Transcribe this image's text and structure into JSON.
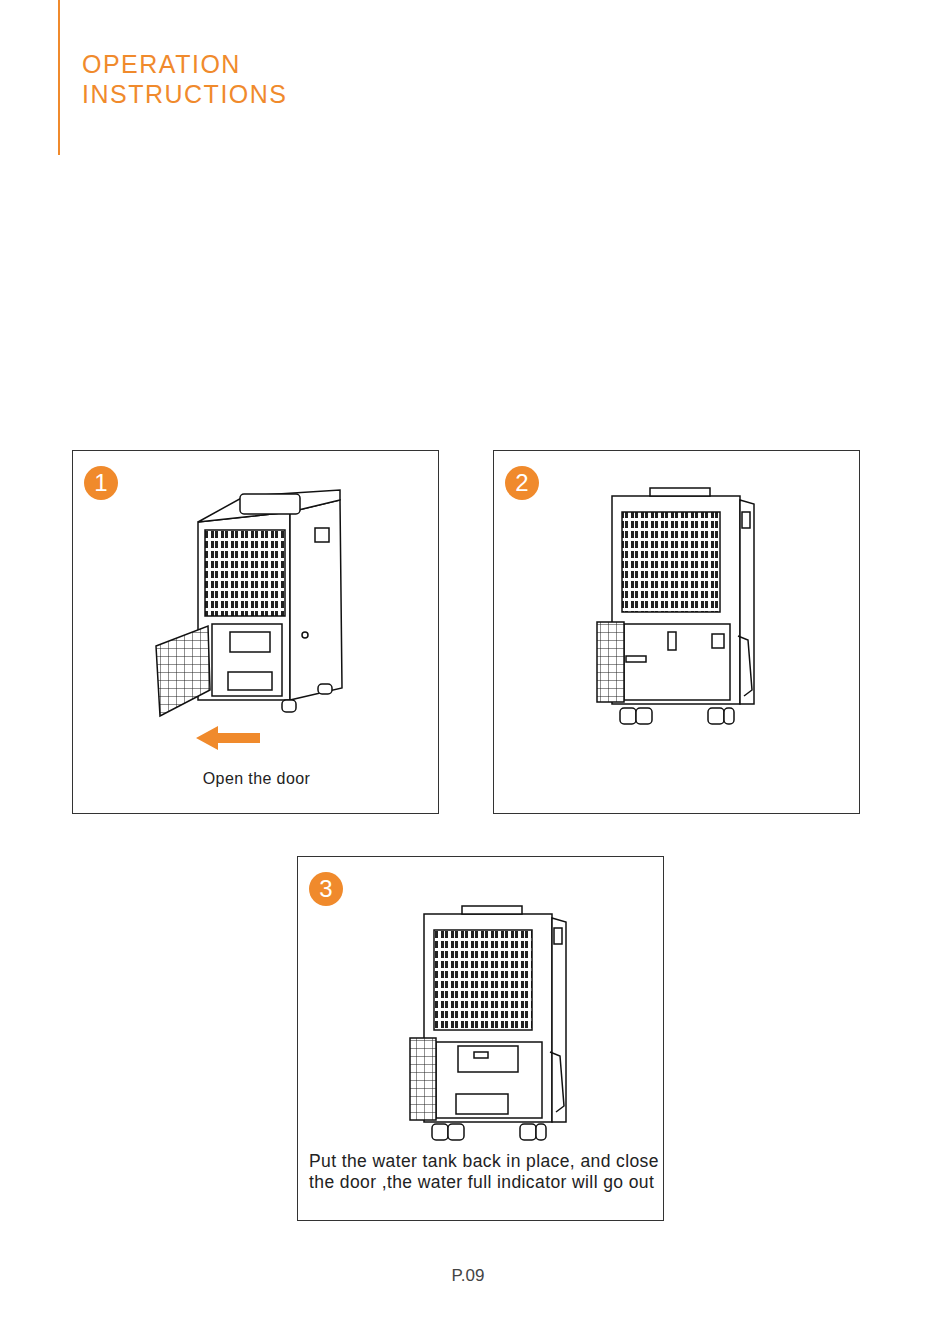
{
  "diagram": {
    "title": "OPERATION INSTRUCTIONS",
    "nodes": [
      {
        "text": [
          "Open the door"
        ]
      },
      {
        "text": [
          "1"
        ],
        "in": 0
      },
      {
        "text": []
      },
      {
        "text": [
          "2"
        ],
        "in": 2
      },
      {
        "text": [
          "Put the water tank back in place, and close the door ,the water full indicator will go out"
        ]
      },
      {
        "text": [
          "3"
        ],
        "in": 4
      }
    ],
    "labels": [
      "P.09"
    ]
  }
}
